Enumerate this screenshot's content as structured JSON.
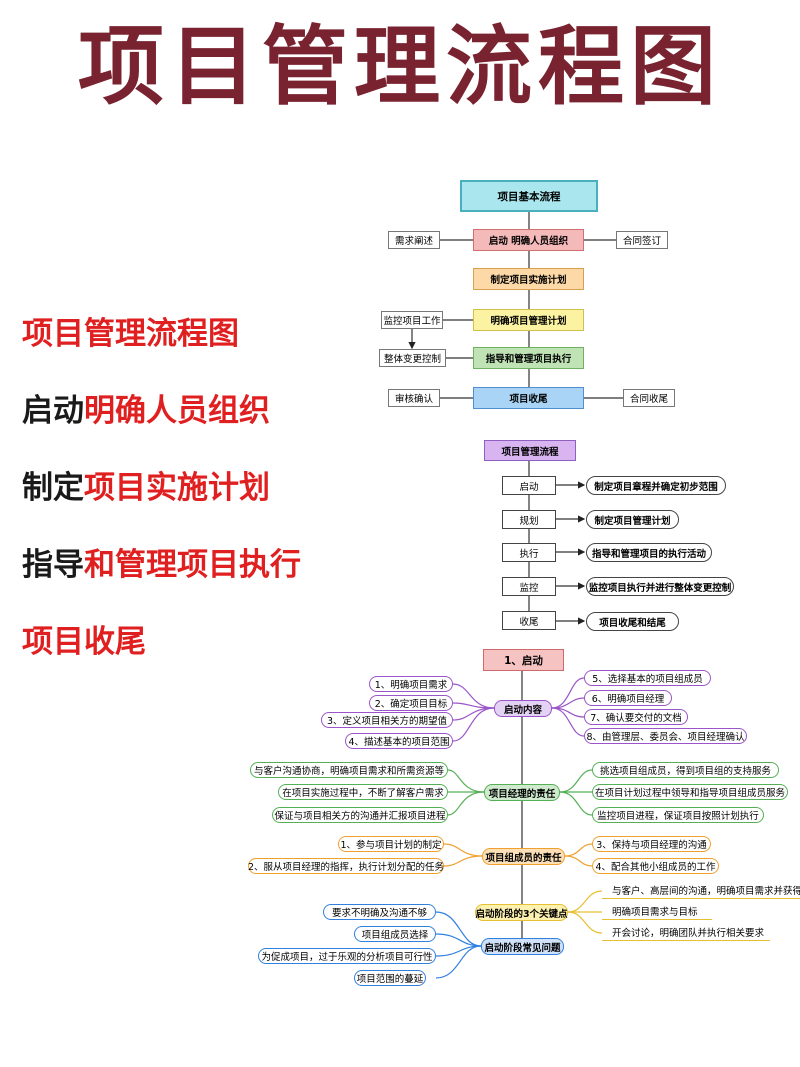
{
  "title": "项目管理流程图",
  "left_list": [
    {
      "black": "",
      "red": "项目管理流程图"
    },
    {
      "black": "启动",
      "red": "明确人员组织"
    },
    {
      "black": "制定",
      "red": "项目实施计划"
    },
    {
      "black": "指导",
      "red": "和管理项目执行"
    },
    {
      "black": "",
      "red": "项目收尾"
    }
  ],
  "basic_flow": {
    "title": "项目基本流程",
    "steps": [
      "启动  明确人员组织",
      "制定项目实施计划",
      "明确项目管理计划",
      "指导和管理项目执行",
      "项目收尾"
    ],
    "left_notes": [
      "需求阐述",
      "监控项目工作",
      "整体变更控制",
      "审核确认"
    ],
    "right_notes": [
      "合同签订",
      "合同收尾"
    ],
    "colors": {
      "title": "#a9e6ee",
      "start": "#f4b9b9",
      "plan": "#fcd9a6",
      "manage": "#fcf3a2",
      "execute": "#bfe3b5",
      "close": "#a9d4f5"
    }
  },
  "mgmt_flow": {
    "title": "项目管理流程",
    "phases": [
      "启动",
      "规划",
      "执行",
      "监控",
      "收尾"
    ],
    "results": [
      "制定项目章程并确定初步范围",
      "制定项目管理计划",
      "指导和管理项目的执行活动",
      "监控项目执行并进行整体变更控制",
      "项目收尾和结尾"
    ]
  },
  "mindmap": {
    "root": "1、启动",
    "startup_content": {
      "label": "启动内容",
      "left": [
        "1、明确项目需求",
        "2、确定项目目标",
        "3、定义项目相关方的期望值",
        "4、描述基本的项目范围"
      ],
      "right": [
        "5、选择基本的项目组成员",
        "6、明确项目经理",
        "7、确认要交付的文档",
        "8、由管理层、委员会、项目经理确认"
      ]
    },
    "pm_duty": {
      "label": "项目经理的责任",
      "left": [
        "与客户沟通协商，明确项目需求和所需资源等",
        "在项目实施过程中，不断了解客户需求",
        "保证与项目相关方的沟通并汇报项目进程"
      ],
      "right": [
        "挑选项目组成员，得到项目组的支持服务",
        "在项目计划过程中领导和指导项目组成员服务",
        "监控项目进程，保证项目按照计划执行"
      ]
    },
    "member_duty": {
      "label": "项目组成员的责任",
      "left": [
        "1、参与项目计划的制定",
        "2、服从项目经理的指挥，执行计划分配的任务"
      ],
      "right": [
        "3、保持与项目经理的沟通",
        "4、配合其他小组成员的工作"
      ]
    },
    "key_points": {
      "label": "启动阶段的3个关键点",
      "right": [
        "与客户、高层间的沟通，明确项目需求并获得相关",
        "明确项目需求与目标",
        "开会讨论，明确团队并执行相关要求"
      ]
    },
    "issues": {
      "label": "启动阶段常见问题",
      "left": [
        "要求不明确及沟通不够",
        "项目组成员选择",
        "为促成项目，过于乐观的分析项目可行性",
        "项目范围的蔓延"
      ]
    }
  }
}
